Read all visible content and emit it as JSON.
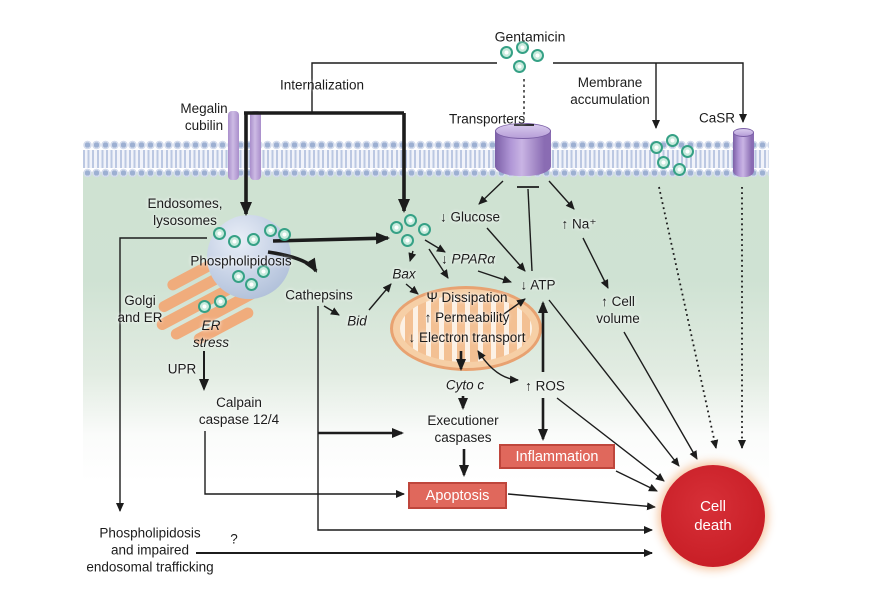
{
  "labels": {
    "gentamicin": "Gentamicin",
    "internalization": "Internalization",
    "megalin": [
      "Megalin",
      "cubilin"
    ],
    "transporters": "Transporters",
    "membrane_accumulation": [
      "Membrane",
      "accumulation"
    ],
    "casr": "CaSR",
    "endosomes": [
      "Endosomes,",
      "lysosomes"
    ],
    "phospholipidosis": "Phospholipidosis",
    "golgi": [
      "Golgi",
      "and ER"
    ],
    "er_stress": [
      "ER",
      "stress"
    ],
    "upr": "UPR",
    "calpain": [
      "Calpain",
      "caspase 12/4"
    ],
    "cathepsins": "Cathepsins",
    "bid": "Bid",
    "bax": "Bax",
    "glucose": "↓ Glucose",
    "ppar": "↓ PPARα",
    "na": "↑ Na⁺",
    "atp": "↓ ATP",
    "cell_volume": [
      "↑ Cell",
      "volume"
    ],
    "mito": [
      "Ψ Dissipation",
      "↑ Permeability",
      "↓ Electron transport"
    ],
    "cyto_c": "Cyto c",
    "ros": "↑ ROS",
    "executioner": [
      "Executioner",
      "caspases"
    ],
    "inflammation": "Inflammation",
    "apoptosis": "Apoptosis",
    "cell_death": [
      "Cell",
      "death"
    ],
    "bottom_note": [
      "Phospholipidosis",
      "and impaired",
      "endosomal trafficking"
    ],
    "question_mark": "?"
  },
  "colors": {
    "cell_fill": "#cfe2d2",
    "membrane_head": "#9db0d2",
    "protein_purple": "#a98ecb",
    "gentamicin_green": "#36a186",
    "organelle_orange": "#f0ac7c",
    "mitochondrion": "#f6cfa6",
    "alert_box_red": "#e0685c",
    "cell_death_red": "#c91f27"
  }
}
